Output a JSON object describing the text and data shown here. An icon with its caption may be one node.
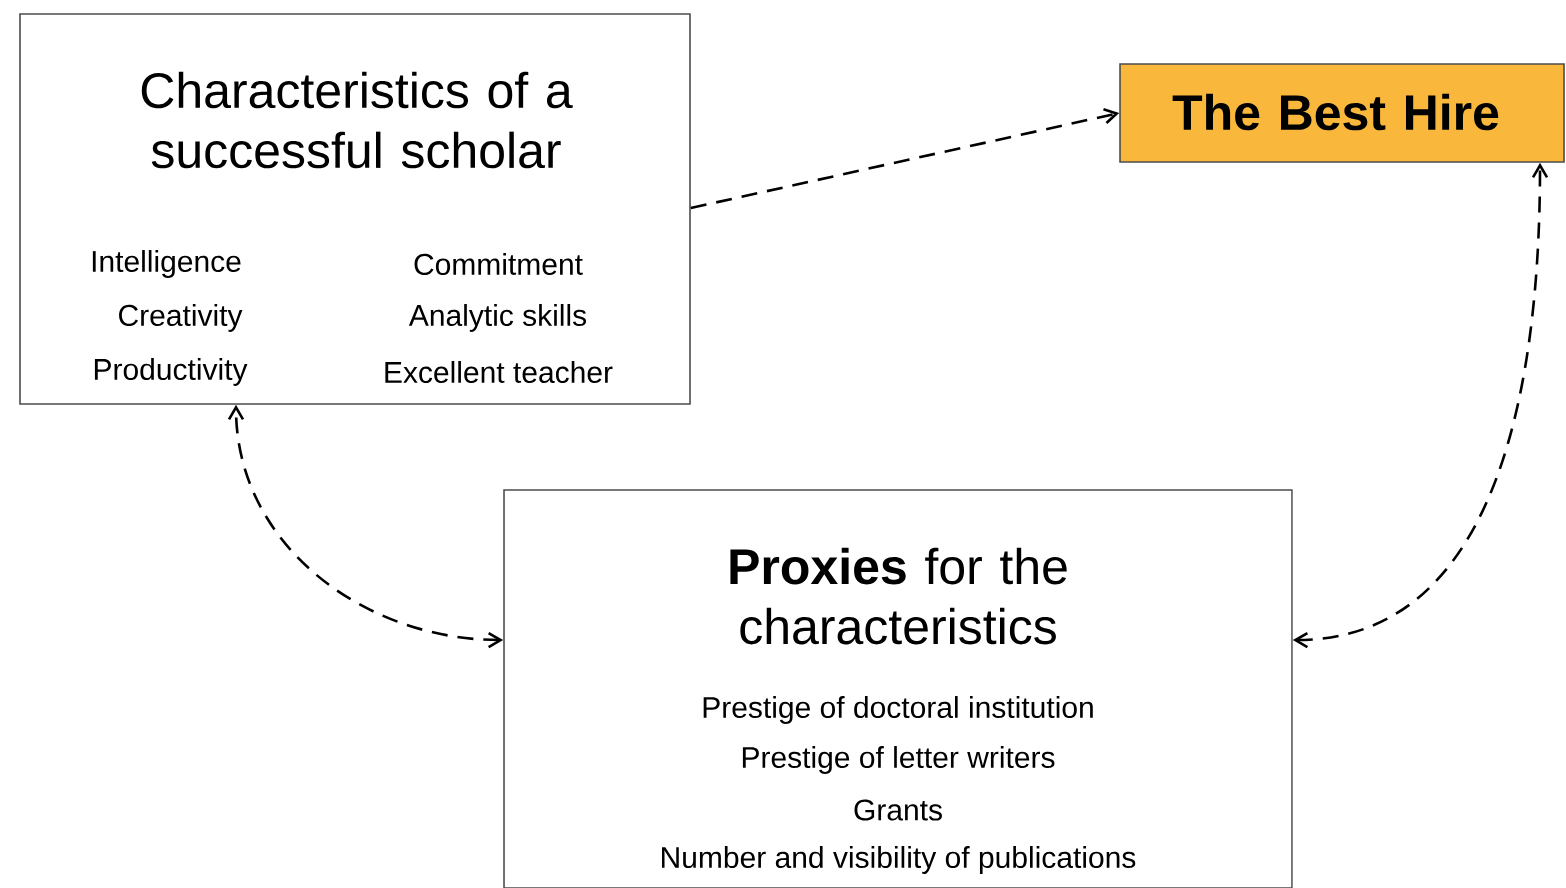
{
  "diagram": {
    "nodes": [
      {
        "text": [
          "Characteristics of a successful scholar",
          "Intelligence",
          "Commitment",
          "Creativity",
          "Analytic skills",
          "Productivity",
          "Excellent teacher"
        ]
      },
      {
        "text": [
          "The Best Hire"
        ]
      },
      {
        "text": [
          "**Proxies** for the characteristics",
          "Prestige of doctoral institution",
          "Prestige of letter writers",
          "Grants",
          "Number and visibility of publications"
        ]
      }
    ],
    "edges": [
      {
        "from": 0,
        "to": 1,
        "arrow": "to",
        "style": "dashed"
      },
      {
        "from": 2,
        "to": 0,
        "arrow": "both",
        "style": "dashed"
      },
      {
        "from": 2,
        "to": 1,
        "arrow": "both",
        "style": "dashed"
      }
    ]
  }
}
